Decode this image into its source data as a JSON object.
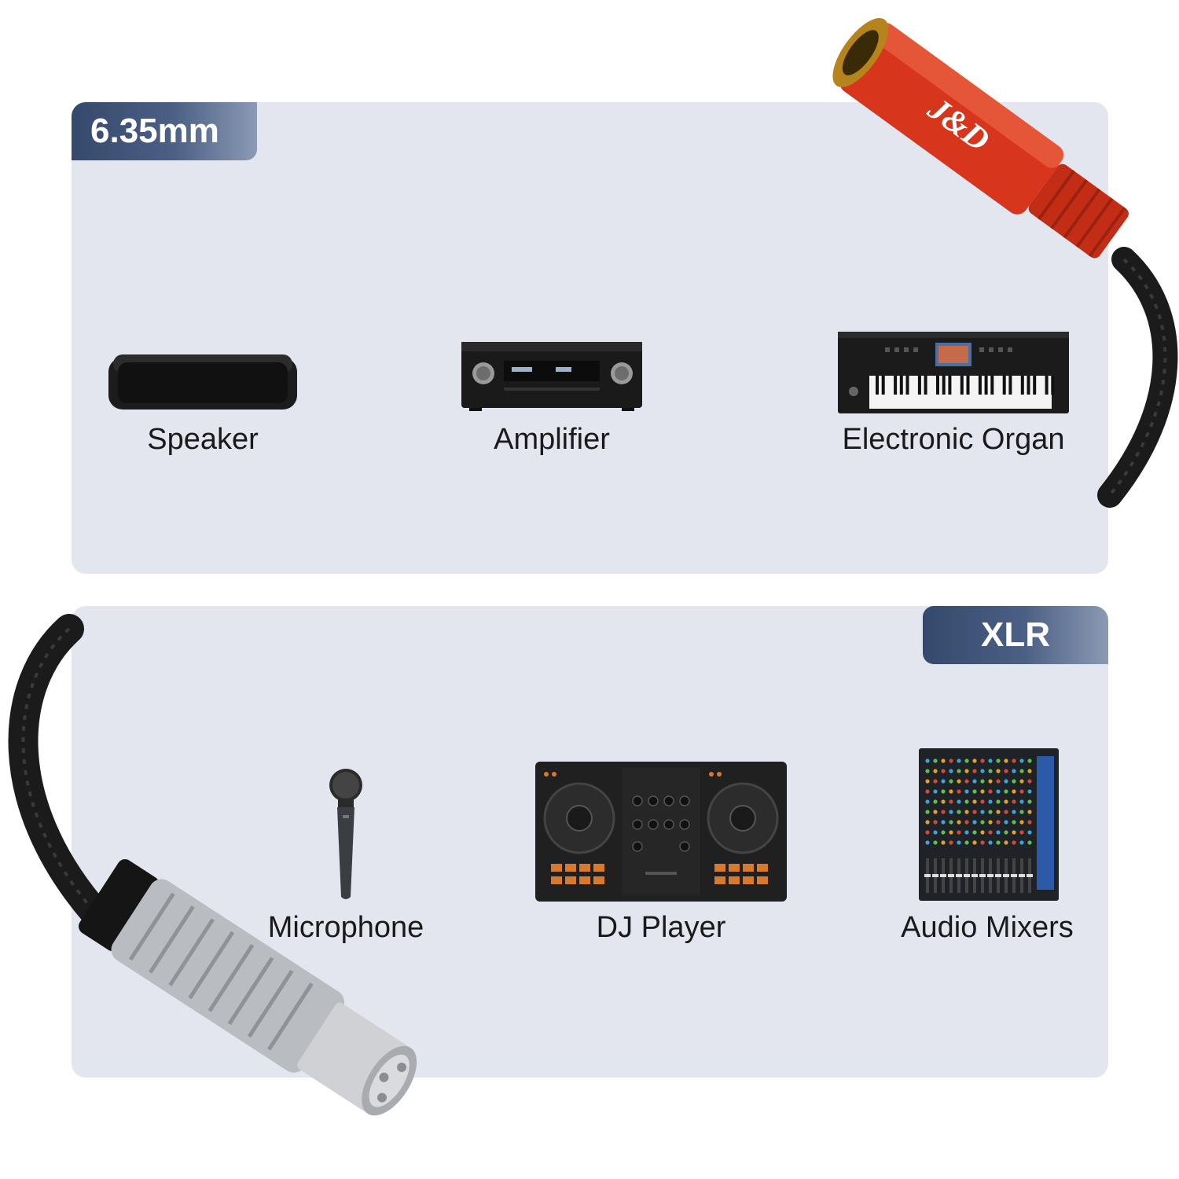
{
  "top_panel": {
    "tag": "6.35mm",
    "devices": [
      {
        "label": "Speaker",
        "icon": "speaker-icon"
      },
      {
        "label": "Amplifier",
        "icon": "amplifier-icon"
      },
      {
        "label": "Electronic Organ",
        "icon": "keyboard-icon"
      }
    ]
  },
  "bottom_panel": {
    "tag": "XLR",
    "devices": [
      {
        "label": "Microphone",
        "icon": "microphone-icon"
      },
      {
        "label": "DJ Player",
        "icon": "dj-controller-icon"
      },
      {
        "label": "Audio Mixers",
        "icon": "mixer-icon"
      }
    ]
  },
  "connectors": {
    "jack_brand": "J&D",
    "jack_color": "#d8361c",
    "xlr_color": "#b9bcc0"
  }
}
